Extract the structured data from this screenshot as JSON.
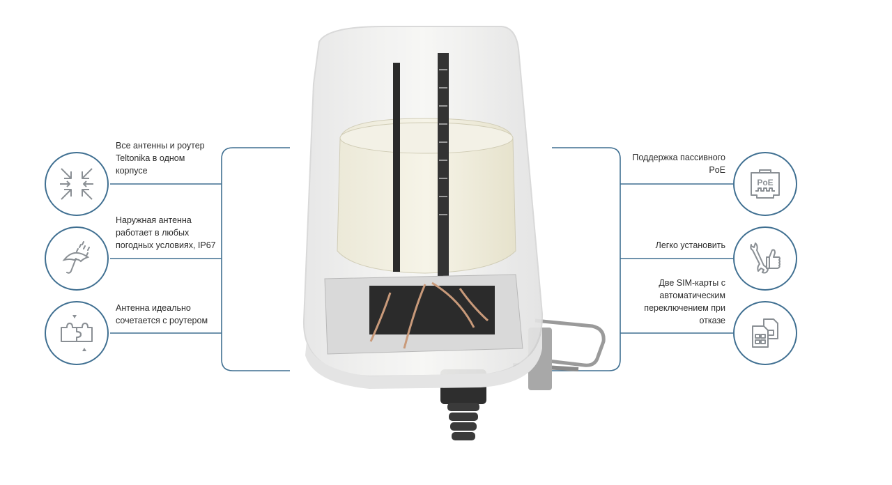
{
  "colors": {
    "accent": "#3f6f91",
    "icon": "#8a8f94",
    "text": "#2b2b2b"
  },
  "features_left": [
    {
      "icon": "arrows-inward-icon",
      "label": "Все антенны и роутер\nTeltonika в одном\nкорпусе"
    },
    {
      "icon": "umbrella-rain-icon",
      "label": "Наружная антенна\nработает в любых\nпогодных условиях, IP67"
    },
    {
      "icon": "puzzle-icon",
      "label": "Антенна идеально\nсочетается с роутером"
    }
  ],
  "features_right": [
    {
      "icon": "poe-port-icon",
      "label": "Поддержка пассивного\nPoE",
      "badge": "PoE"
    },
    {
      "icon": "wrench-thumbs-up-icon",
      "label": "Легко установить"
    },
    {
      "icon": "dual-sim-icon",
      "label": "Две SIM-карты с\nавтоматическим\nпереключением при\nотказе"
    }
  ],
  "device": {
    "name": "outdoor-antenna-router-image"
  }
}
